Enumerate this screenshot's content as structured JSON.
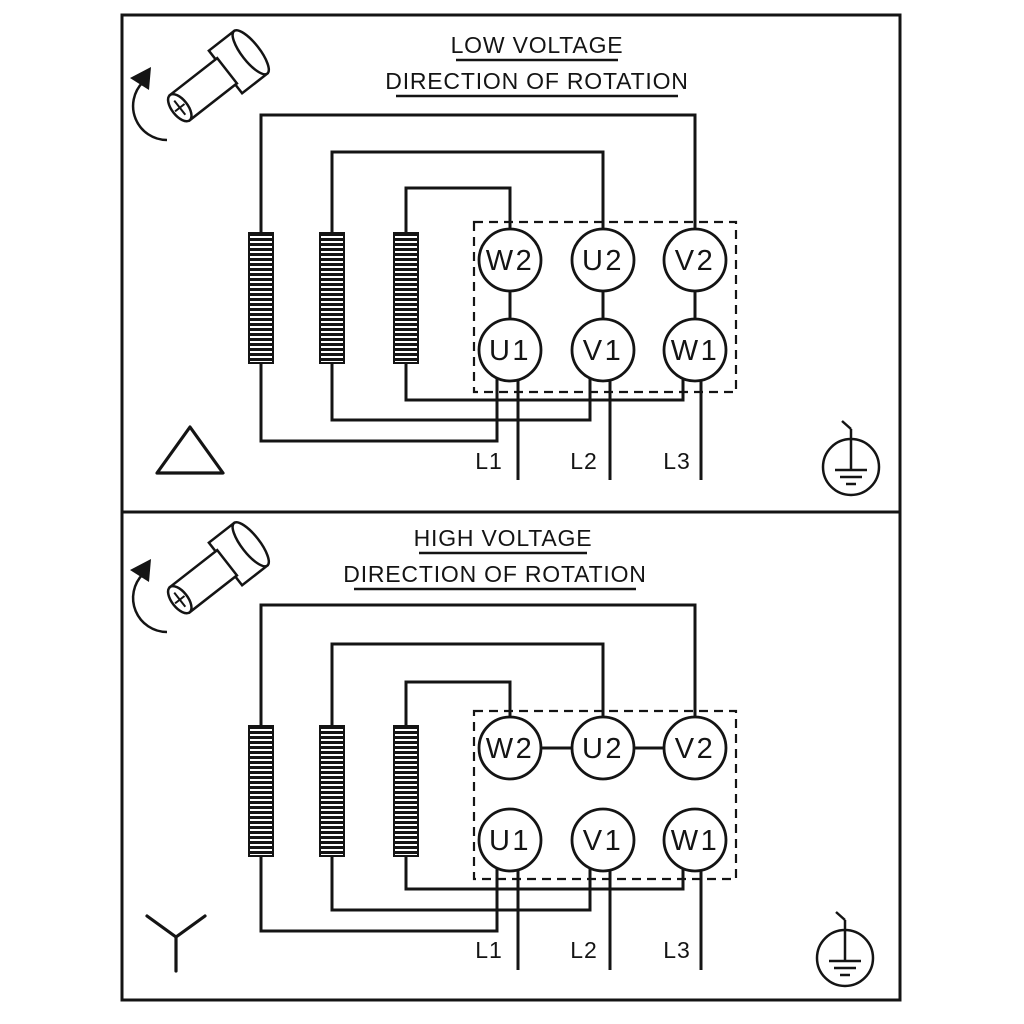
{
  "colors": {
    "ink": "#141414",
    "paper": "#ffffff"
  },
  "panels": [
    {
      "id": "low-voltage",
      "title": "LOW VOLTAGE",
      "subtitle": "DIRECTION OF ROTATION",
      "connection": "delta",
      "terminals": {
        "top": [
          "W2",
          "U2",
          "V2"
        ],
        "bottom": [
          "U1",
          "V1",
          "W1"
        ]
      },
      "leads": [
        "L1",
        "L2",
        "L3"
      ],
      "icons": [
        "motor-shaft-rotation-icon",
        "delta-connection-icon",
        "earth-ground-icon"
      ]
    },
    {
      "id": "high-voltage",
      "title": "HIGH VOLTAGE",
      "subtitle": "DIRECTION OF ROTATION",
      "connection": "star",
      "terminals": {
        "top": [
          "W2",
          "U2",
          "V2"
        ],
        "bottom": [
          "U1",
          "V1",
          "W1"
        ]
      },
      "leads": [
        "L1",
        "L2",
        "L3"
      ],
      "icons": [
        "motor-shaft-rotation-icon",
        "star-connection-icon",
        "earth-ground-icon"
      ]
    }
  ]
}
